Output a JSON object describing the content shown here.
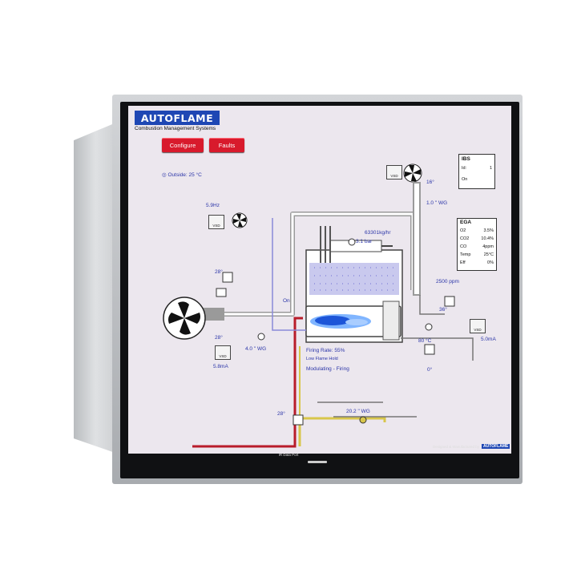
{
  "header": {
    "brand": "AUTOFLAME",
    "tagline": "Combustion Management Systems"
  },
  "buttons": {
    "configure": "Configure",
    "faults": "Faults"
  },
  "outside": {
    "icon": "thermometer-icon",
    "label": "Outside: 25 °C"
  },
  "readings": {
    "vsd_top_freq": "5.9Hz",
    "vsd_label": "VSD",
    "top_right_angle": "16°",
    "top_right_pressure": "1.0 \" WG",
    "steam_flow": "63301kg/hr",
    "steam_pressure": "3.1 bar",
    "left_damper_angle": "28°",
    "fan_damper_angle": "28°",
    "fan_current": "5.8mA",
    "air_pressure": "4.0 \" WG",
    "burner_state": "On",
    "tds": "2500 ppm",
    "flue_angle": "36°",
    "water_temp": "80 °C",
    "pump_current": "5.0mA",
    "bottom_angle": "0°",
    "gas_angle": "28°",
    "gas_pressure": "20.2 \" WG"
  },
  "firing": {
    "rate": "Firing Rate: 55%",
    "hold": "Low Flame Hold",
    "mode": "Modulating - Firing"
  },
  "ibs": {
    "title": "IBS",
    "rows": [
      {
        "k": "Id:",
        "v": "1"
      },
      {
        "k": "On",
        "v": ""
      }
    ]
  },
  "ega": {
    "title": "EGA",
    "rows": [
      {
        "k": "O2",
        "v": "3.5%"
      },
      {
        "k": "CO2",
        "v": "10.4%"
      },
      {
        "k": "CO",
        "v": "4ppm"
      },
      {
        "k": "Temp",
        "v": "25°C"
      },
      {
        "k": "Eff",
        "v": "0%"
      }
    ]
  },
  "footer": {
    "port": "IR Data Port",
    "made_by": "Designed & Manufactured by",
    "brand": "AUTOFLAME"
  },
  "colors": {
    "brand_blue": "#1f47b4",
    "button_red": "#d81a2c",
    "screen_bg": "#ece7ee",
    "gas_line": "#b81c2a",
    "fuel_line": "#d8c64a"
  }
}
